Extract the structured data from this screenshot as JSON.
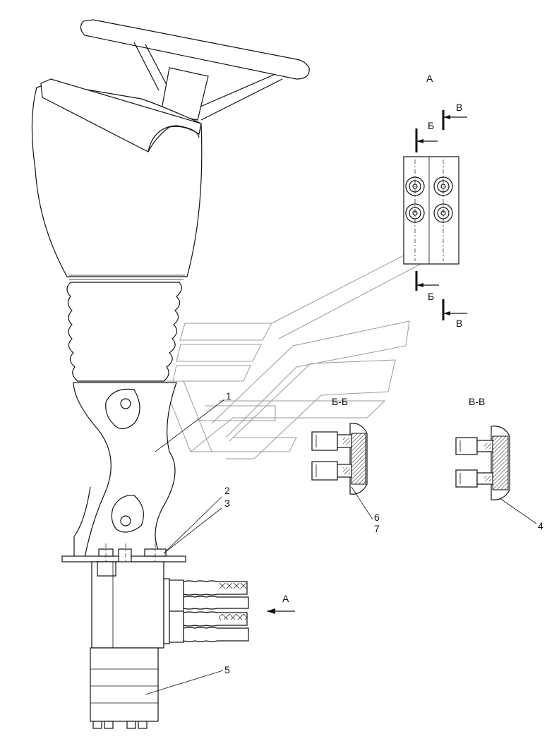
{
  "labels": {
    "view_a_title": "А",
    "view_b_top": "В",
    "view_b_bottom": "В",
    "section_b_top": "Б",
    "section_b_bottom": "Б",
    "section_bb_title": "Б-Б",
    "section_vv_title": "В-В",
    "arrow_a": "А"
  },
  "callouts": {
    "c1": "1",
    "c2": "2",
    "c3": "3",
    "c4": "4",
    "c5": "5",
    "c6": "6",
    "c7": "7"
  }
}
